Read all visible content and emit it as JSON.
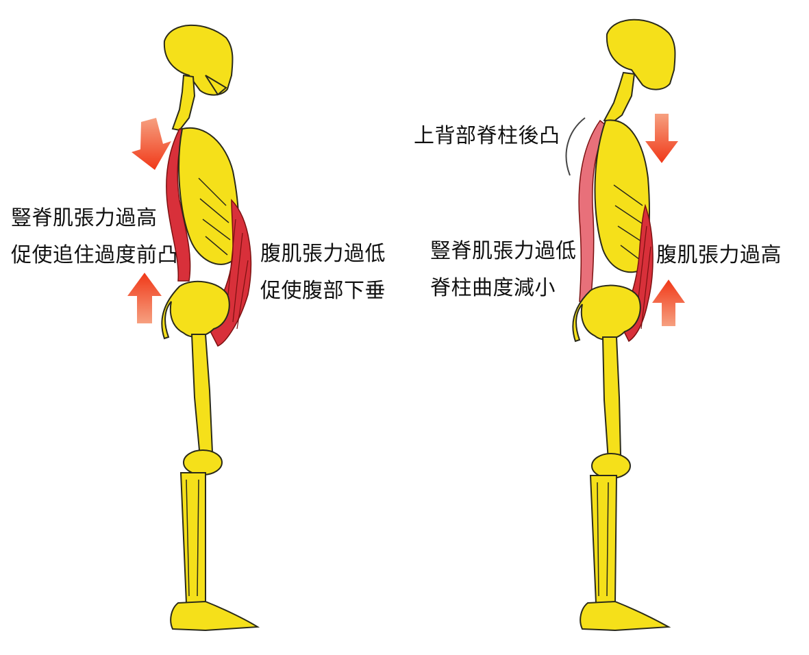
{
  "colors": {
    "bone": "#f5e01a",
    "bone_outline": "#2a2a1a",
    "muscle": "#d8303a",
    "muscle_light": "#e8707a",
    "arrow": "#f04020"
  },
  "figure_left": {
    "erector_label_line1": "豎脊肌張力過高",
    "erector_label_line2": "促使追住過度前凸",
    "abdominal_label_line1": "腹肌張力過低",
    "abdominal_label_line2": "促使腹部下垂"
  },
  "figure_right": {
    "kyphosis_label": "上背部脊柱後凸",
    "erector_label_line1": "豎脊肌張力過低",
    "erector_label_line2": "脊柱曲度減小",
    "abdominal_label_line1": "腹肌張力過高"
  }
}
